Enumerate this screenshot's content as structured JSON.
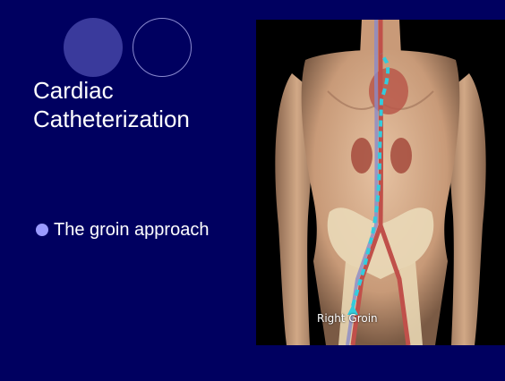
{
  "slide": {
    "title_lines": [
      "Cardiac",
      "Catheterization"
    ],
    "bullets": [
      {
        "text": "The groin approach"
      }
    ]
  },
  "image": {
    "caption": "Right Groin"
  },
  "colors": {
    "background": "#000060",
    "accent_circle": "#3a3a9c",
    "bullet": "#9a9aff",
    "catheter_path": "#33ccdd"
  }
}
